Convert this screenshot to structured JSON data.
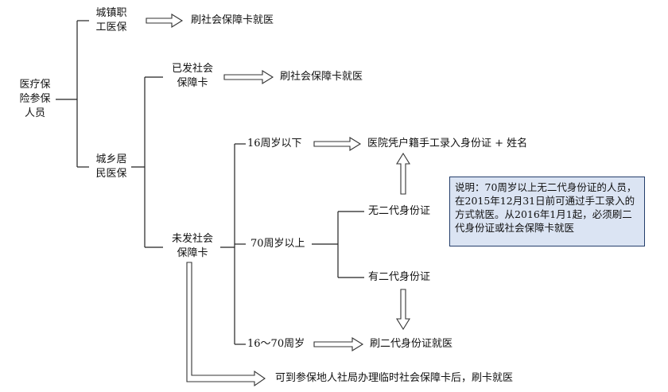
{
  "root": {
    "line1": "医疗保",
    "line2": "险参保",
    "line3": "人员"
  },
  "urban_employee": {
    "line1": "城镇职",
    "line2": "工医保"
  },
  "urban_rural": {
    "line1": "城乡居",
    "line2": "民医保"
  },
  "has_card": {
    "line1": "已发社会",
    "line2": "保障卡"
  },
  "no_card": {
    "line1": "未发社会",
    "line2": "保障卡"
  },
  "swipe_card_1": "刷社会保障卡就医",
  "swipe_card_2": "刷社会保障卡就医",
  "under16": "16周岁以下",
  "over70": "70周岁以上",
  "age16_70": "16～70周岁",
  "hospital_manual": "医院凭户籍手工录入身份证 + 姓名",
  "no_id2": "无二代身份证",
  "has_id2": "有二代身份证",
  "swipe_id2": "刷二代身份证就医",
  "temp_card": "可到参保地人社局办理临时社会保障卡后，刷卡就医",
  "note": "说明：70周岁以上无二代身份证的人员，在2015年12月31日前可通过手工录入的方式就医。从2016年1月1起，必须刷二代身份证或社会保障卡就医"
}
